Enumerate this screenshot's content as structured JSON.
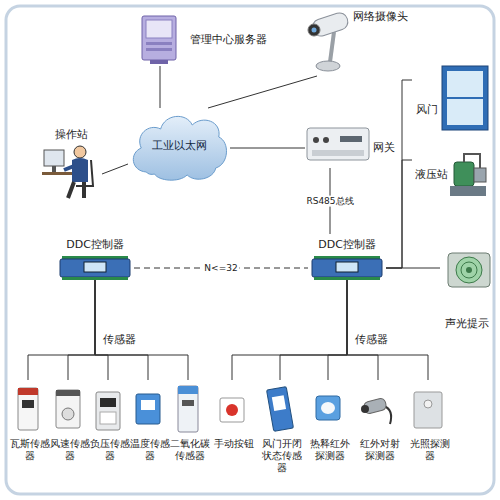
{
  "diagram": {
    "nodes": [
      {
        "text": [
          "管理中心服务器"
        ]
      },
      {
        "text": [
          "网络摄像头"
        ]
      },
      {
        "text": [
          "工业以太网"
        ]
      },
      {
        "text": [
          "操作站"
        ]
      },
      {
        "text": [
          "网关"
        ]
      },
      {
        "text": [
          "DDC控制器"
        ]
      },
      {
        "text": [
          "DDC控制器"
        ]
      },
      {
        "text": [
          "风门"
        ]
      },
      {
        "text": [
          "液压站"
        ]
      },
      {
        "text": [
          "声光提示"
        ]
      },
      {
        "text": [
          "瓦斯传感器"
        ]
      },
      {
        "text": [
          "风速传感器"
        ]
      },
      {
        "text": [
          "负压传感器"
        ]
      },
      {
        "text": [
          "温度传感器"
        ]
      },
      {
        "text": [
          "二氧化碳传感器"
        ]
      },
      {
        "text": [
          "手动按钮"
        ]
      },
      {
        "text": [
          "风门开闭状态传感器"
        ]
      },
      {
        "text": [
          "热释红外探测器"
        ]
      },
      {
        "text": [
          "红外对射探测器"
        ]
      },
      {
        "text": [
          "光照探测器"
        ]
      }
    ],
    "edges": [
      {
        "from": 0,
        "to": 2,
        "arrow": "none"
      },
      {
        "from": 1,
        "to": 2,
        "arrow": "none"
      },
      {
        "from": 3,
        "to": 2,
        "arrow": "none"
      },
      {
        "from": 2,
        "to": 4,
        "arrow": "none"
      },
      {
        "from": 4,
        "to": 6,
        "label": "RS485总线",
        "arrow": "none"
      },
      {
        "from": 5,
        "to": 6,
        "label": "N<=32",
        "arrow": "none"
      },
      {
        "from": 6,
        "to": 7,
        "arrow": "none"
      },
      {
        "from": 6,
        "to": 8,
        "arrow": "none"
      },
      {
        "from": 6,
        "to": 9,
        "arrow": "none"
      },
      {
        "from": 5,
        "to": 10,
        "arrow": "none"
      },
      {
        "from": 5,
        "to": 11,
        "arrow": "none"
      },
      {
        "from": 5,
        "to": 12,
        "arrow": "none"
      },
      {
        "from": 5,
        "to": 13,
        "arrow": "none"
      },
      {
        "from": 5,
        "to": 14,
        "arrow": "none"
      },
      {
        "from": 6,
        "to": 15,
        "arrow": "none"
      },
      {
        "from": 6,
        "to": 16,
        "arrow": "none"
      },
      {
        "from": 6,
        "to": 17,
        "arrow": "none"
      },
      {
        "from": 6,
        "to": 18,
        "arrow": "none"
      },
      {
        "from": 6,
        "to": 19,
        "arrow": "none"
      }
    ],
    "labels": [
      "传感器",
      "传感器"
    ]
  }
}
